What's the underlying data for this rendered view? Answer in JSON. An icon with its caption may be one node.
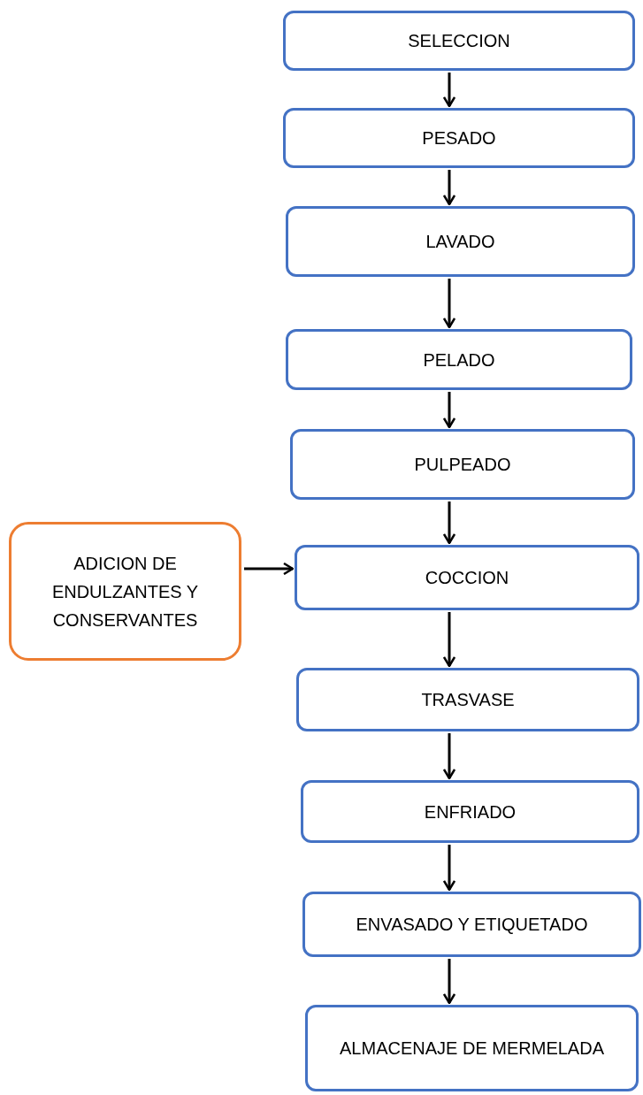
{
  "diagram": {
    "nodes": [
      {
        "text": [
          "SELECCION"
        ]
      },
      {
        "text": [
          "PESADO"
        ]
      },
      {
        "text": [
          "LAVADO"
        ]
      },
      {
        "text": [
          "PELADO"
        ]
      },
      {
        "text": [
          "PULPEADO"
        ]
      },
      {
        "text": [
          "COCCION"
        ]
      },
      {
        "text": [
          "ADICION DE ENDULZANTES Y CONSERVANTES"
        ]
      },
      {
        "text": [
          "TRASVASE"
        ]
      },
      {
        "text": [
          "ENFRIADO"
        ]
      },
      {
        "text": [
          "ENVASADO Y ETIQUETADO"
        ]
      },
      {
        "text": [
          "ALMACENAJE DE MERMELADA"
        ]
      }
    ],
    "edges": [
      {
        "from": 0,
        "to": 1,
        "arrow": "to"
      },
      {
        "from": 1,
        "to": 2,
        "arrow": "to"
      },
      {
        "from": 2,
        "to": 3,
        "arrow": "to"
      },
      {
        "from": 3,
        "to": 4,
        "arrow": "to"
      },
      {
        "from": 4,
        "to": 5,
        "arrow": "to"
      },
      {
        "from": 6,
        "to": 5,
        "arrow": "to"
      },
      {
        "from": 5,
        "to": 7,
        "arrow": "to"
      },
      {
        "from": 7,
        "to": 8,
        "arrow": "to"
      },
      {
        "from": 8,
        "to": 9,
        "arrow": "to"
      },
      {
        "from": 9,
        "to": 10,
        "arrow": "to"
      }
    ]
  }
}
